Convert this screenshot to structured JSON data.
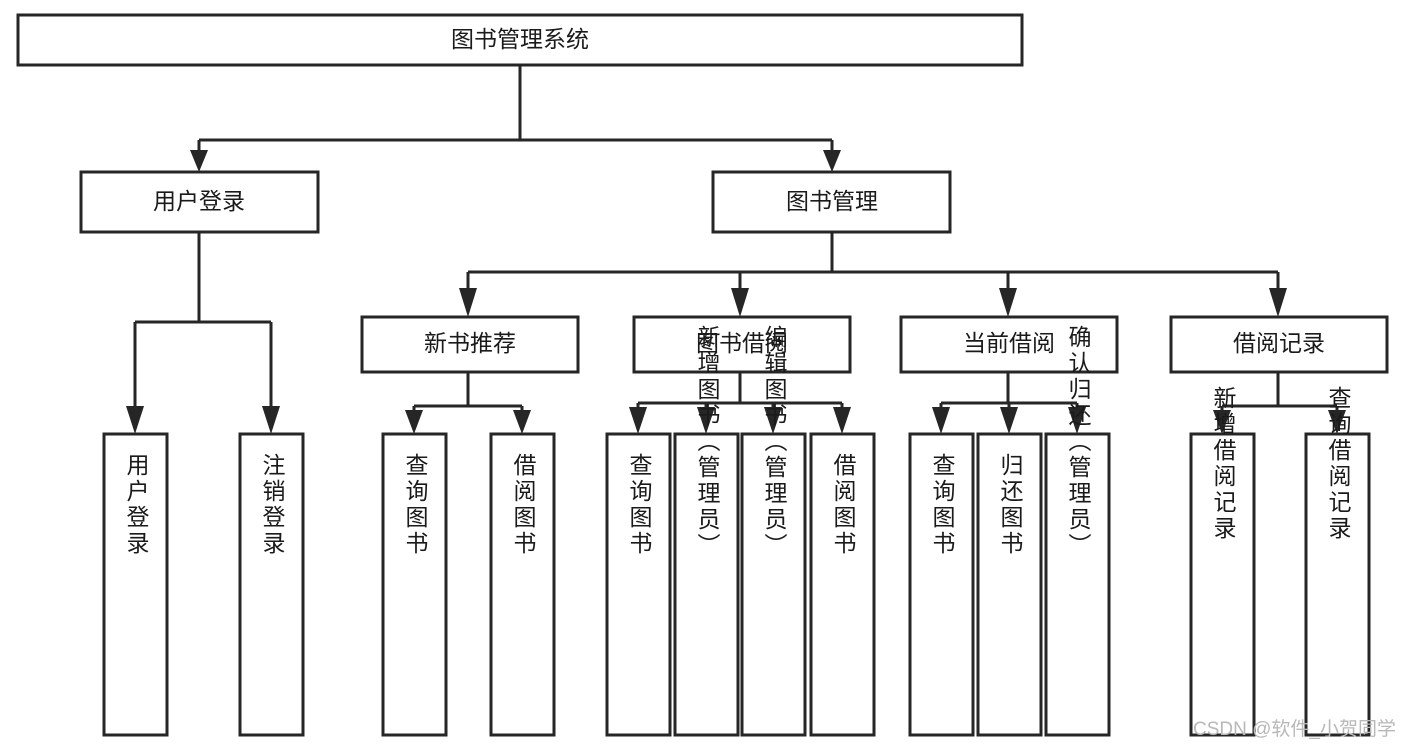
{
  "diagram": {
    "title": "图书管理系统",
    "type": "tree-hierarchy-chart",
    "root": {
      "id": "root",
      "label": "图书管理系统",
      "orientation": "horizontal"
    },
    "level2": [
      {
        "id": "user-login",
        "label": "用户登录",
        "orientation": "horizontal"
      },
      {
        "id": "book-management",
        "label": "图书管理",
        "orientation": "horizontal"
      }
    ],
    "level3": [
      {
        "id": "new-book-recommend",
        "label": "新书推荐",
        "orientation": "horizontal",
        "parent": "book-management"
      },
      {
        "id": "book-borrow",
        "label": "图书借阅",
        "orientation": "horizontal",
        "parent": "book-management"
      },
      {
        "id": "current-borrow",
        "label": "当前借阅",
        "orientation": "horizontal",
        "parent": "book-management"
      },
      {
        "id": "borrow-record",
        "label": "借阅记录",
        "orientation": "horizontal",
        "parent": "book-management"
      }
    ],
    "leaves": [
      {
        "id": "leaf-user-login",
        "label": "用户登录",
        "orientation": "vertical",
        "parent": "user-login"
      },
      {
        "id": "leaf-logout",
        "label": "注销登录",
        "orientation": "vertical",
        "parent": "user-login"
      },
      {
        "id": "leaf-query-book-1",
        "label": "查询图书",
        "orientation": "vertical",
        "parent": "new-book-recommend"
      },
      {
        "id": "leaf-borrow-book-1",
        "label": "借阅图书",
        "orientation": "vertical",
        "parent": "new-book-recommend"
      },
      {
        "id": "leaf-query-book-2",
        "label": "查询图书",
        "orientation": "vertical",
        "parent": "book-borrow"
      },
      {
        "id": "leaf-add-book",
        "label": "新增图书（管理员）",
        "orientation": "vertical",
        "parent": "book-borrow"
      },
      {
        "id": "leaf-edit-book",
        "label": "编辑图书（管理员）",
        "orientation": "vertical",
        "parent": "book-borrow"
      },
      {
        "id": "leaf-borrow-book-2",
        "label": "借阅图书",
        "orientation": "vertical",
        "parent": "book-borrow"
      },
      {
        "id": "leaf-query-book-3",
        "label": "查询图书",
        "orientation": "vertical",
        "parent": "current-borrow"
      },
      {
        "id": "leaf-return-book",
        "label": "归还图书",
        "orientation": "vertical",
        "parent": "current-borrow"
      },
      {
        "id": "leaf-confirm-return",
        "label": "确认归还（管理员）",
        "orientation": "vertical",
        "parent": "current-borrow"
      },
      {
        "id": "leaf-add-record",
        "label": "新增借阅记录",
        "orientation": "vertical",
        "parent": "borrow-record"
      },
      {
        "id": "leaf-query-record",
        "label": "查询借阅记录",
        "orientation": "vertical",
        "parent": "borrow-record"
      }
    ],
    "watermark": "CSDN @软件_小贺同学",
    "colors": {
      "stroke": "#262626",
      "fill": "#ffffff",
      "text": "#1a1a1a",
      "watermark": "#b8b8b8",
      "background": "#ffffff"
    }
  }
}
